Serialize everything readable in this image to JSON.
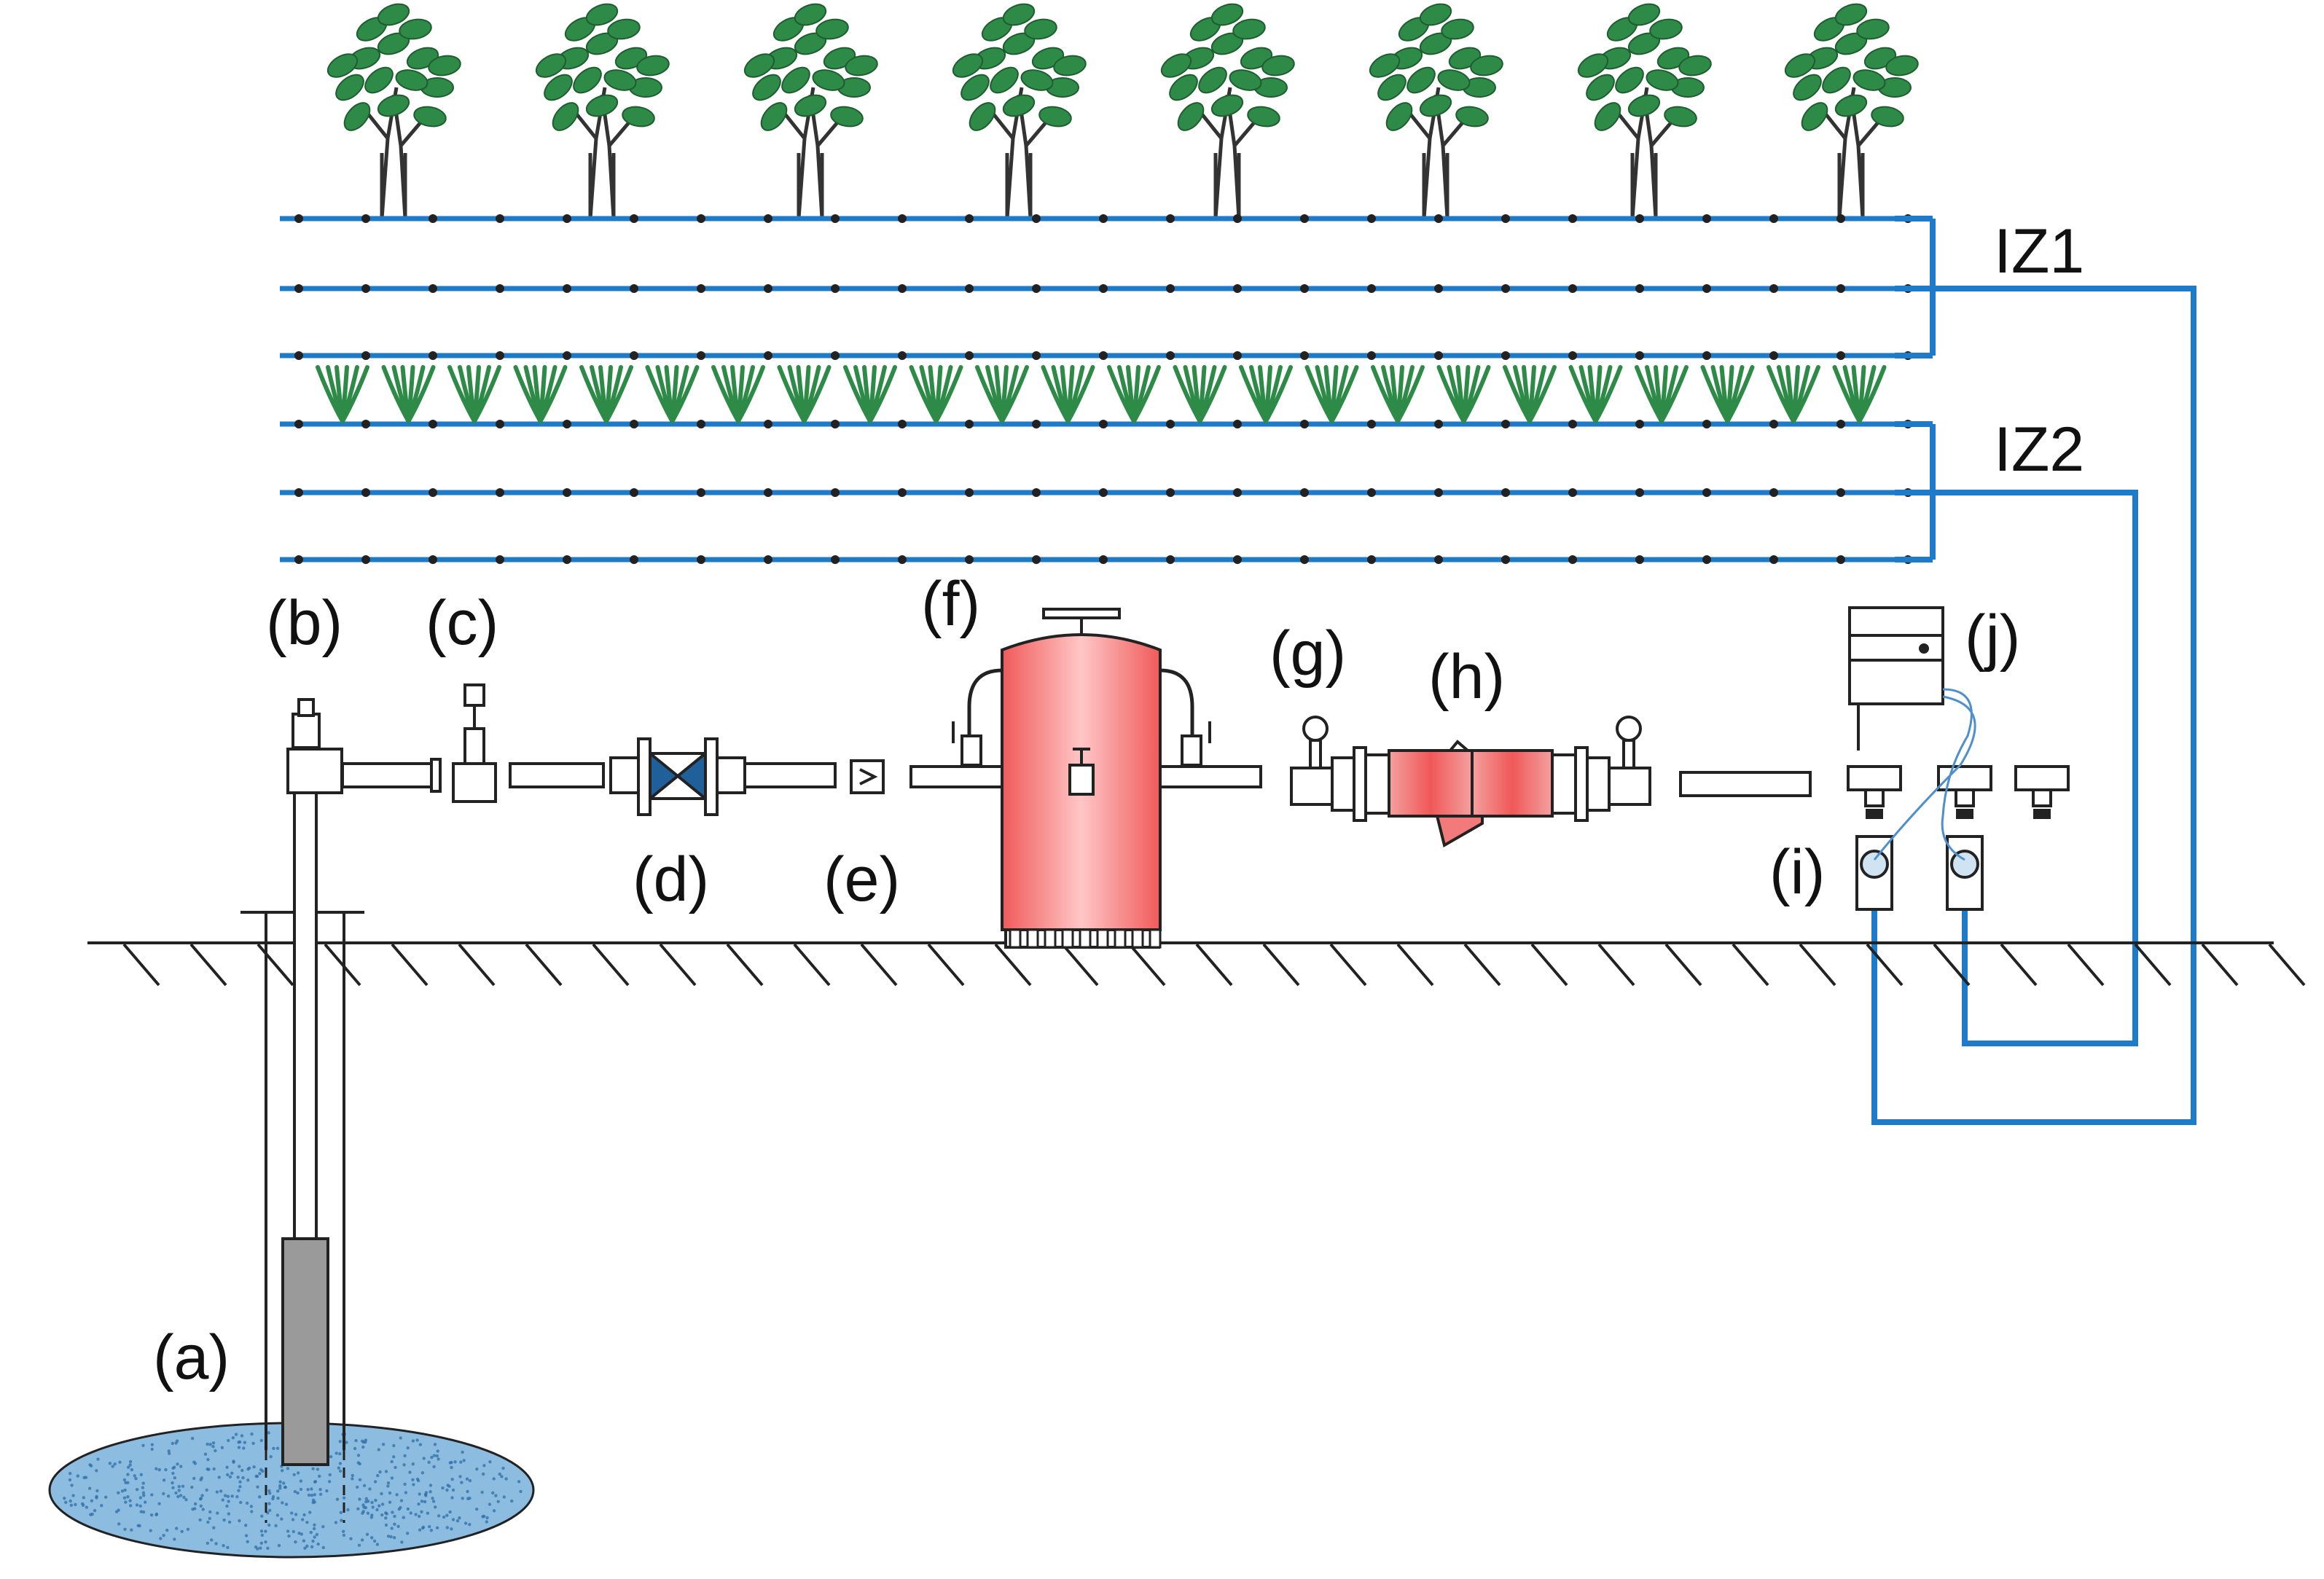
{
  "labels": {
    "a": "(a)",
    "b": "(b)",
    "c": "(c)",
    "d": "(d)",
    "e": "(e)",
    "f": "(f)",
    "g": "(g)",
    "h": "(h)",
    "i": "(i)",
    "j": "(j)"
  },
  "zones": {
    "iz1": "IZ1",
    "iz2": "IZ2"
  },
  "colors": {
    "pipe_blue": "#1f7bc8",
    "foliage_green": "#2e8b47",
    "filter_red": "#f36a6a",
    "water_blue": "#7fb3d8",
    "pump_gray": "#9a9a9a",
    "valve_blue": "#1f5f9a",
    "line": "#222222"
  },
  "icons": {
    "tree": "tree-icon",
    "plant": "grass-plant-icon",
    "pump": "submersible-pump-icon",
    "valve": "valve-icon",
    "filter": "sand-filter-icon",
    "controller": "irrigation-controller-icon"
  }
}
